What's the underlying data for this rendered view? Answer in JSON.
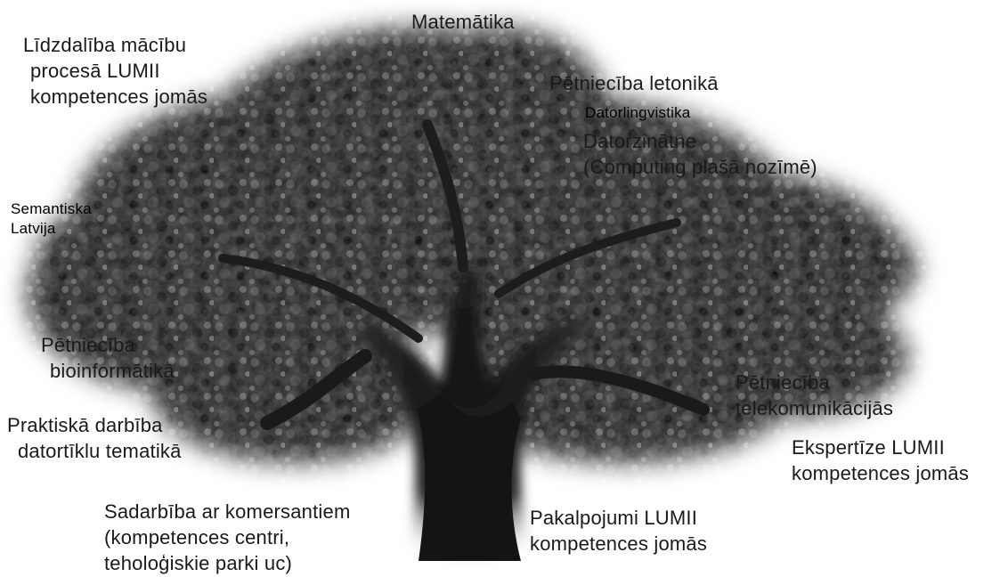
{
  "labels": {
    "matematika": [
      "Matemātika"
    ],
    "lidzdaliba": [
      "Līdzdalība mācību",
      "procesā LUMII",
      "kompetences jomās"
    ],
    "letonika": [
      "Pētniecība letonikā"
    ],
    "datorlingvistika": [
      "Datorlingvistika"
    ],
    "datorzinatne": [
      "Datorzinātne",
      "(Computing plašā nozīmē)"
    ],
    "semantiska": [
      "Semantiska",
      "Latvija"
    ],
    "bioinformatika": [
      "Pētniecība",
      "bioinformātikā"
    ],
    "telekomunikacijas": [
      "Pētniecība",
      "telekomunikācijās"
    ],
    "praktiska": [
      "Praktiskā darbība",
      "datortīklu tematikā"
    ],
    "ekspertize": [
      "Ekspertīze  LUMII",
      "kompetences jomās"
    ],
    "sadarbiba": [
      "Sadarbība ar komersantiem",
      "(kompetences centri,",
      "teholoģiskie parki uc)"
    ],
    "pakalpojumi": [
      "Pakalpojumi LUMII",
      "kompetences jomās"
    ]
  },
  "colors": {
    "text": "#1a1a1a",
    "foliage_dark": "#1c1c1c",
    "foliage_mid": "#3a3a3a",
    "foliage_light": "#6e6e6e",
    "trunk": "#151515"
  }
}
